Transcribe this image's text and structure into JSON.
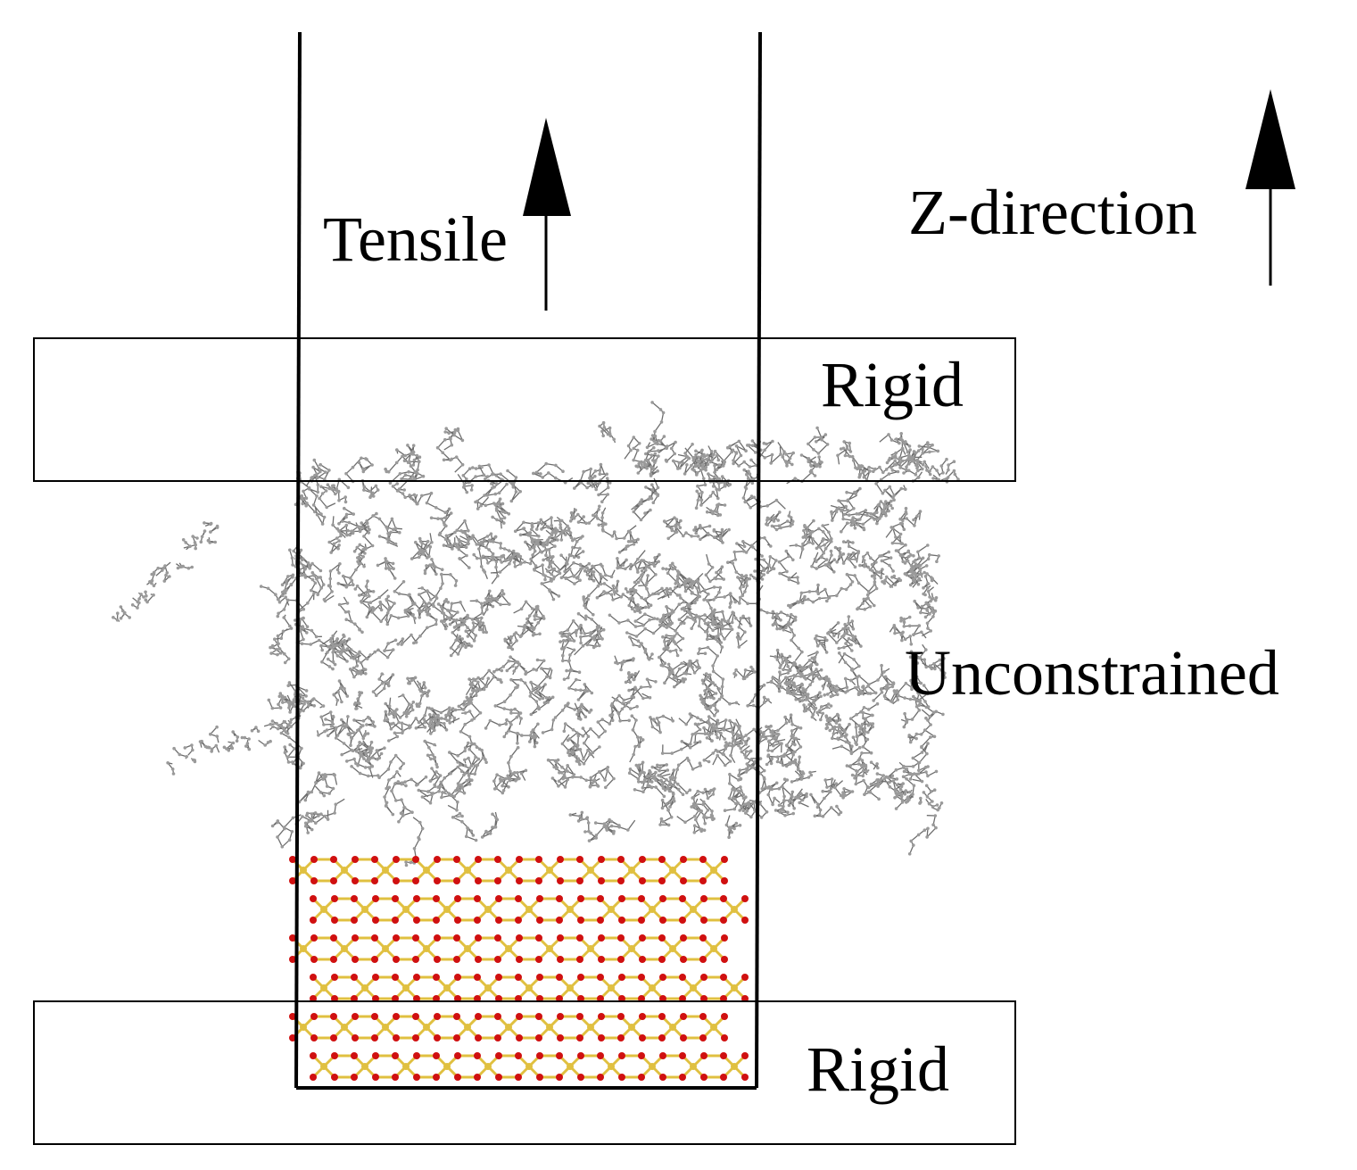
{
  "labels": {
    "tensile": "Tensile",
    "z_direction": "Z-direction",
    "rigid_top": "Rigid",
    "unconstrained": "Unconstrained",
    "rigid_bottom": "Rigid"
  },
  "colors": {
    "outline": "#000000",
    "polymer_atom": "#9a9a9a",
    "polymer_bond": "#6e6e6e",
    "silica_oxygen": "#d01010",
    "silica_silicon": "#e0c040",
    "background": "#ffffff"
  },
  "icons": {
    "tensile_arrow": "arrow-up-icon",
    "z_arrow": "arrow-up-icon"
  }
}
